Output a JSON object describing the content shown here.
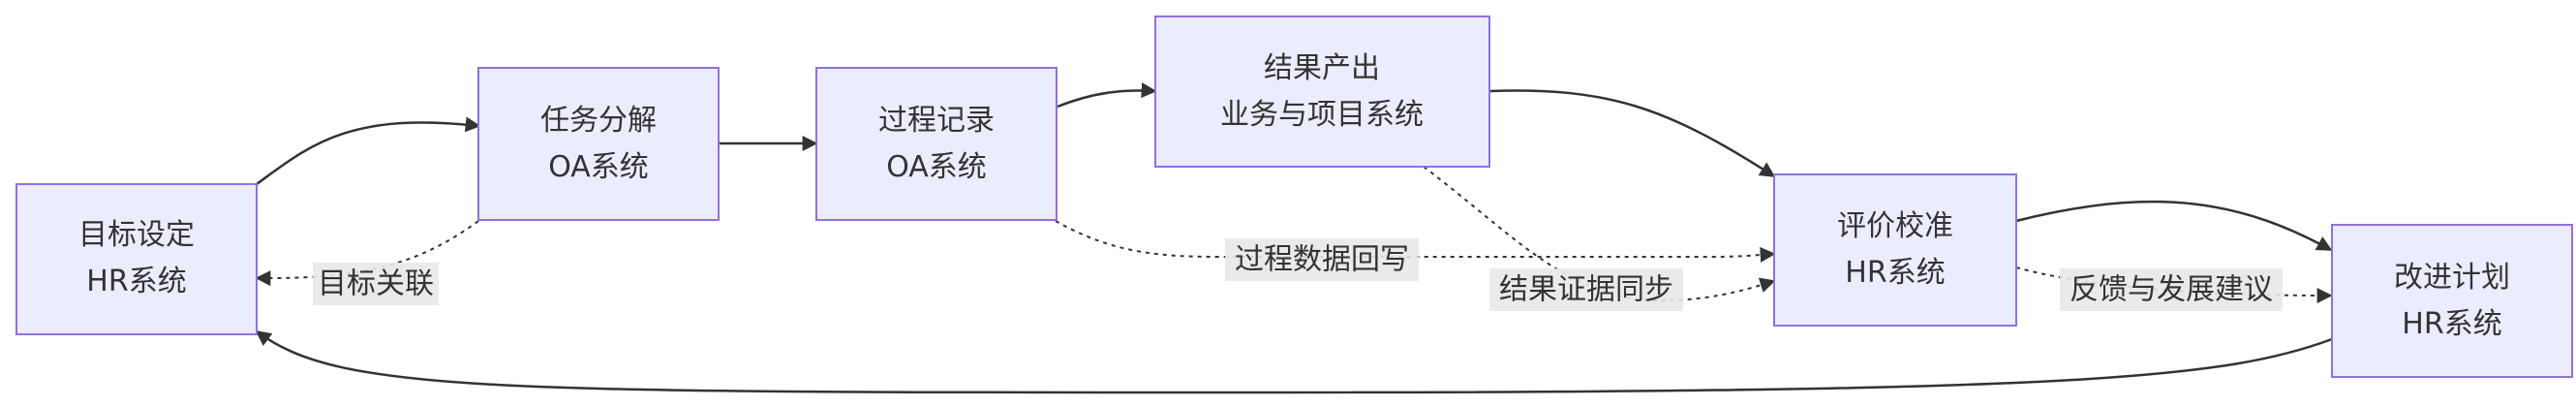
{
  "nodes": {
    "goal": {
      "line1": "目标设定",
      "line2": "HR系统"
    },
    "task": {
      "line1": "任务分解",
      "line2": "OA系统"
    },
    "process": {
      "line1": "过程记录",
      "line2": "OA系统"
    },
    "result": {
      "line1": "结果产出",
      "line2": "业务与项目系统"
    },
    "eval": {
      "line1": "评价校准",
      "line2": "HR系统"
    },
    "improve": {
      "line1": "改进计划",
      "line2": "HR系统"
    }
  },
  "edge_labels": {
    "goal_link": "目标关联",
    "process_writeback": "过程数据回写",
    "result_sync": "结果证据同步",
    "feedback": "反馈与发展建议"
  },
  "colors": {
    "node_fill": "#ECECFF",
    "node_stroke": "#9370DB",
    "edge": "#333333",
    "label_bg": "#e8e8e8"
  }
}
